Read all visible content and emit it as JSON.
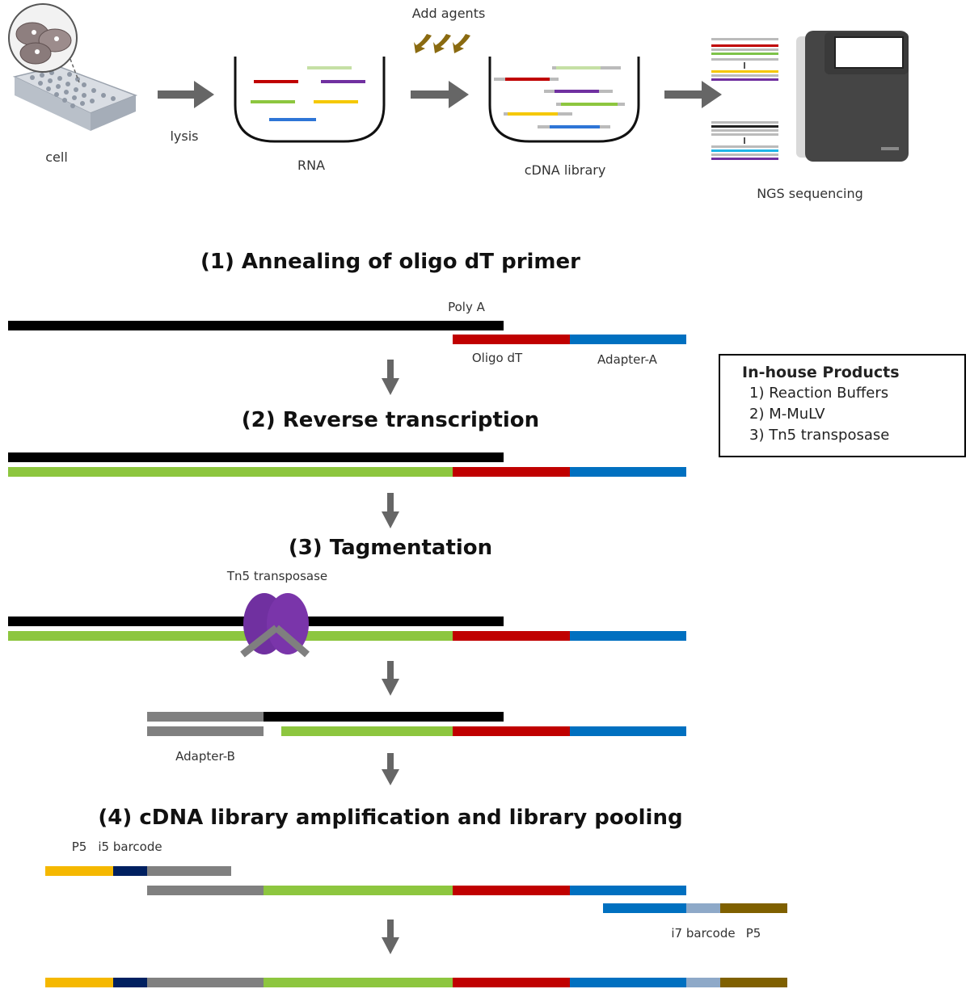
{
  "workflow": {
    "cell_label": "cell",
    "lysis_label": "lysis",
    "rna_label": "RNA",
    "add_agents_label": "Add agents",
    "cdna_library_label": "cDNA library",
    "ngs_label": "NGS sequencing"
  },
  "steps": {
    "step1": "(1) Annealing of oligo dT primer",
    "step2": "(2) Reverse transcription",
    "step3": "(3) Tagmentation",
    "step4": "(4) cDNA library amplification and library pooling"
  },
  "labels": {
    "poly_a": "Poly A",
    "oligo_dt": "Oligo dT",
    "adapter_a": "Adapter-A",
    "tn5": "Tn5 transposase",
    "adapter_b": "Adapter-B",
    "p5_top": "P5",
    "i5_barcode": "i5 barcode",
    "i7_barcode": "i7 barcode",
    "p5_bottom": "P5"
  },
  "products": {
    "title": "In-house Products",
    "items": [
      "1) Reaction Buffers",
      "2) M-MuLV",
      "3) Tn5 transposase"
    ]
  },
  "colors": {
    "rna": "#000000",
    "cdna": "#8dc63f",
    "oligo_dt": "#c00000",
    "adapter_a": "#0070c0",
    "adapter_b": "#808080",
    "p5": "#f5b800",
    "i5": "#002060",
    "i7": "#8ea9c8",
    "p7": "#7f6000",
    "tn5": "#7030a0",
    "arrow": "#666666"
  }
}
